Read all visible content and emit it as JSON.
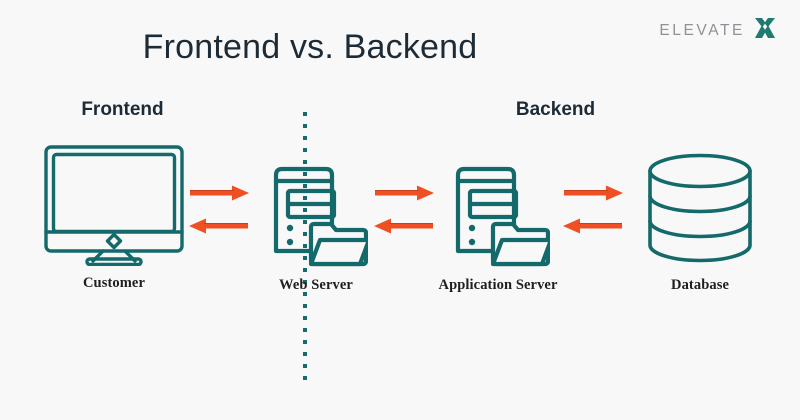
{
  "brand": {
    "word": "ELEVATE",
    "mark": "x-mark-icon",
    "word_color": "#8d9296",
    "mark_color": "#1f7a72"
  },
  "title": "Frontend vs. Backend",
  "headings": {
    "left": "Frontend",
    "right": "Backend"
  },
  "colors": {
    "background": "#f8f8f8",
    "icon_stroke": "#14696b",
    "arrow": "#ef4f22",
    "arrow_dark": "#c8401a",
    "title": "#1d2b36",
    "divider": "#156b6b",
    "label": "#1f1f1f"
  },
  "divider": {
    "style": "dotted-vertical",
    "color": "#156b6b"
  },
  "nodes": [
    {
      "id": "customer",
      "label": "Customer",
      "icon": "desktop-monitor-icon",
      "side": "frontend"
    },
    {
      "id": "web-server",
      "label": "Web Server",
      "icon": "server-tower-folder-icon",
      "side": "backend"
    },
    {
      "id": "app-server",
      "label": "Application Server",
      "icon": "server-tower-folder-icon",
      "side": "backend"
    },
    {
      "id": "database",
      "label": "Database",
      "icon": "database-cylinder-icon",
      "side": "backend"
    }
  ],
  "connections": [
    {
      "id": "customer-web",
      "from": "customer",
      "to": "web-server",
      "forward": "arrow-right-icon",
      "back": "arrow-left-icon"
    },
    {
      "id": "web-app",
      "from": "web-server",
      "to": "app-server",
      "forward": "arrow-right-icon",
      "back": "arrow-left-icon"
    },
    {
      "id": "app-db",
      "from": "app-server",
      "to": "database",
      "forward": "arrow-right-icon",
      "back": "arrow-left-icon"
    }
  ]
}
